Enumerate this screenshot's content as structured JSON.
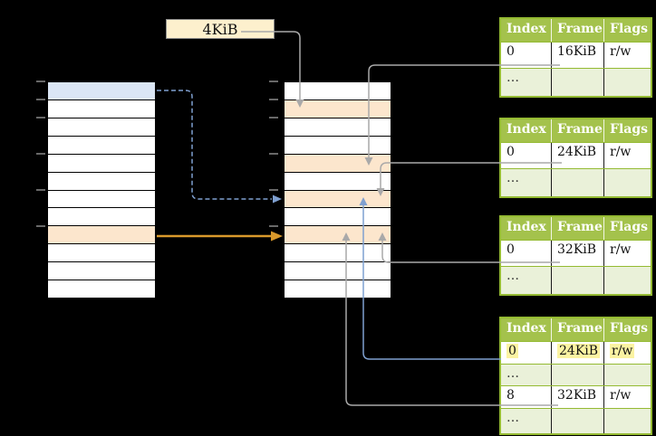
{
  "page_size_label": "4KiB",
  "colors": {
    "background": "#000000",
    "header_green": "#a4c24c",
    "border_green": "#94ba32",
    "row_light_green": "#eaf1d9",
    "highlight_yellow": "#fbf3a2",
    "virtual_page_blue": "#dbe6f5",
    "frame_orange": "#fce6cd",
    "label_cream": "#fdf0cd",
    "connector_gray": "#a9a9a9",
    "connector_blue": "#7fa0d0",
    "connector_orange": "#d9992b"
  },
  "left_memory_column": {
    "rows": [
      "blue",
      "white",
      "white",
      "white",
      "white",
      "white",
      "white",
      "white",
      "orange",
      "white",
      "white",
      "white"
    ]
  },
  "middle_memory_column": {
    "rows": [
      "white",
      "orange",
      "white",
      "white",
      "orange",
      "white",
      "orange",
      "white",
      "orange",
      "white",
      "white",
      "white"
    ]
  },
  "right_tables": [
    {
      "name": "page-table-1",
      "header": [
        "Index",
        "Frame",
        "Flags"
      ],
      "rows": [
        {
          "type": "data",
          "highlight": false,
          "cells": [
            "0",
            "16KiB",
            "r/w"
          ]
        },
        {
          "type": "ellipsis",
          "cells": [
            "…",
            "",
            ""
          ]
        }
      ]
    },
    {
      "name": "page-table-2",
      "header": [
        "Index",
        "Frame",
        "Flags"
      ],
      "rows": [
        {
          "type": "data",
          "highlight": false,
          "cells": [
            "0",
            "24KiB",
            "r/w"
          ]
        },
        {
          "type": "ellipsis",
          "cells": [
            "…",
            "",
            ""
          ]
        }
      ]
    },
    {
      "name": "page-table-3",
      "header": [
        "Index",
        "Frame",
        "Flags"
      ],
      "rows": [
        {
          "type": "data",
          "highlight": false,
          "cells": [
            "0",
            "32KiB",
            "r/w"
          ]
        },
        {
          "type": "ellipsis",
          "cells": [
            "…",
            "",
            ""
          ]
        }
      ]
    },
    {
      "name": "page-table-4",
      "header": [
        "Index",
        "Frame",
        "Flags"
      ],
      "rows": [
        {
          "type": "data",
          "highlight": true,
          "cells": [
            "0",
            "24KiB",
            "r/w"
          ]
        },
        {
          "type": "ellipsis",
          "cells": [
            "…",
            "",
            ""
          ]
        },
        {
          "type": "data",
          "highlight": false,
          "cells": [
            "8",
            "32KiB",
            "r/w"
          ]
        },
        {
          "type": "ellipsis",
          "cells": [
            "…",
            "",
            ""
          ]
        }
      ]
    }
  ]
}
